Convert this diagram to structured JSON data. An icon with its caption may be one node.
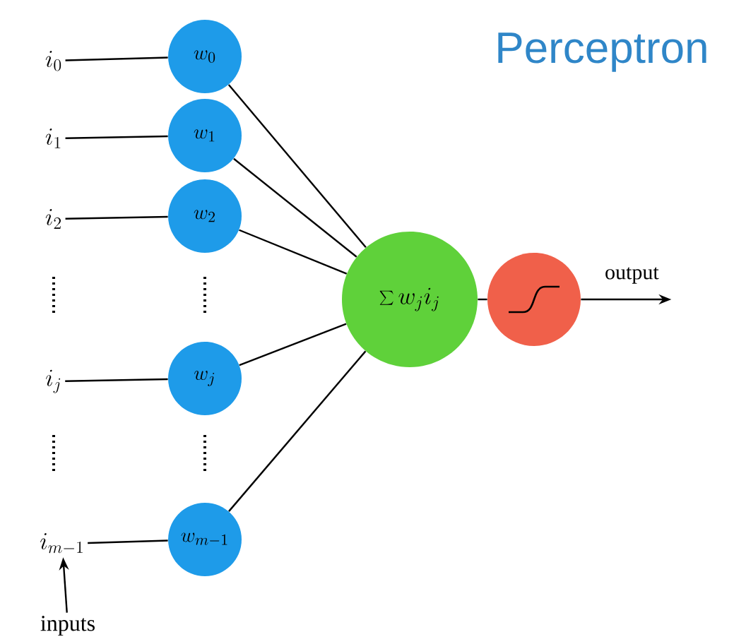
{
  "diagram": {
    "title": "Perceptron",
    "nodes": [
      {
        "text": [
          "i_0"
        ]
      },
      {
        "text": [
          "i_1"
        ]
      },
      {
        "text": [
          "i_2"
        ]
      },
      {
        "text": [
          "i_j"
        ]
      },
      {
        "text": [
          "i_{m-1}"
        ]
      },
      {
        "text": [
          "w_0"
        ]
      },
      {
        "text": [
          "w_1"
        ]
      },
      {
        "text": [
          "w_2"
        ]
      },
      {
        "text": [
          "w_j"
        ]
      },
      {
        "text": [
          "w_{m-1}"
        ]
      },
      {
        "text": [
          "\\sum w_j i_j"
        ]
      },
      {
        "text": [],
        "shape": "circle"
      },
      {
        "text": [
          "inputs"
        ]
      }
    ],
    "edges": [
      {
        "from": 0,
        "to": 5,
        "arrow": "none"
      },
      {
        "from": 1,
        "to": 6,
        "arrow": "none"
      },
      {
        "from": 2,
        "to": 7,
        "arrow": "none"
      },
      {
        "from": 3,
        "to": 8,
        "arrow": "none"
      },
      {
        "from": 4,
        "to": 9,
        "arrow": "none"
      },
      {
        "from": 5,
        "to": 10,
        "arrow": "none"
      },
      {
        "from": 6,
        "to": 10,
        "arrow": "none"
      },
      {
        "from": 7,
        "to": 10,
        "arrow": "none"
      },
      {
        "from": 8,
        "to": 10,
        "arrow": "none"
      },
      {
        "from": 9,
        "to": 10,
        "arrow": "none"
      },
      {
        "from": 10,
        "to": 11,
        "arrow": "none"
      },
      {
        "from": 11,
        "to": null,
        "arrow": "to",
        "label": "output"
      },
      {
        "from": 12,
        "to": 4,
        "arrow": "to"
      }
    ]
  }
}
